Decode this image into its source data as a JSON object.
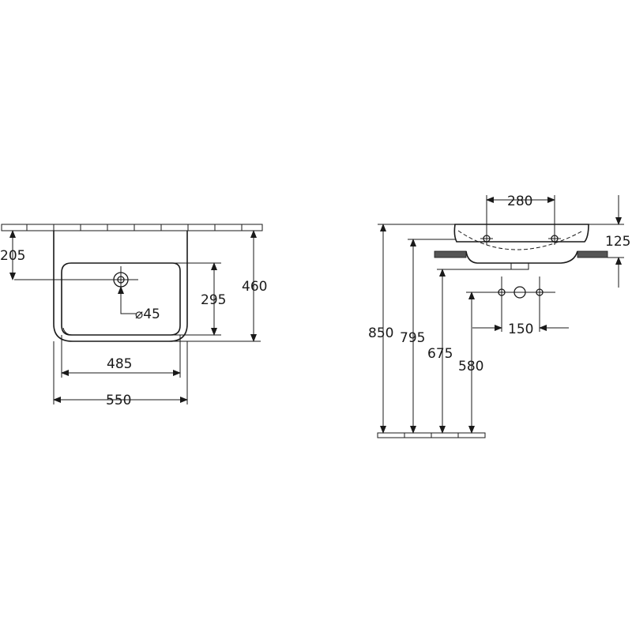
{
  "front_view": {
    "depth_to_drain": "205",
    "basin_height": "460",
    "inner_height": "295",
    "drain_diameter": "⌀45",
    "inner_width": "485",
    "outer_width": "550"
  },
  "side_view": {
    "tap_hole_spacing": "280",
    "rim_to_counter": "125",
    "floor_to_rim": "850",
    "floor_to_counter": "795",
    "floor_to_drain": "675",
    "floor_to_outlet": "580",
    "outlet_spacing": "150"
  },
  "colors": {
    "line": "#1a1a1a",
    "background": "#ffffff"
  }
}
